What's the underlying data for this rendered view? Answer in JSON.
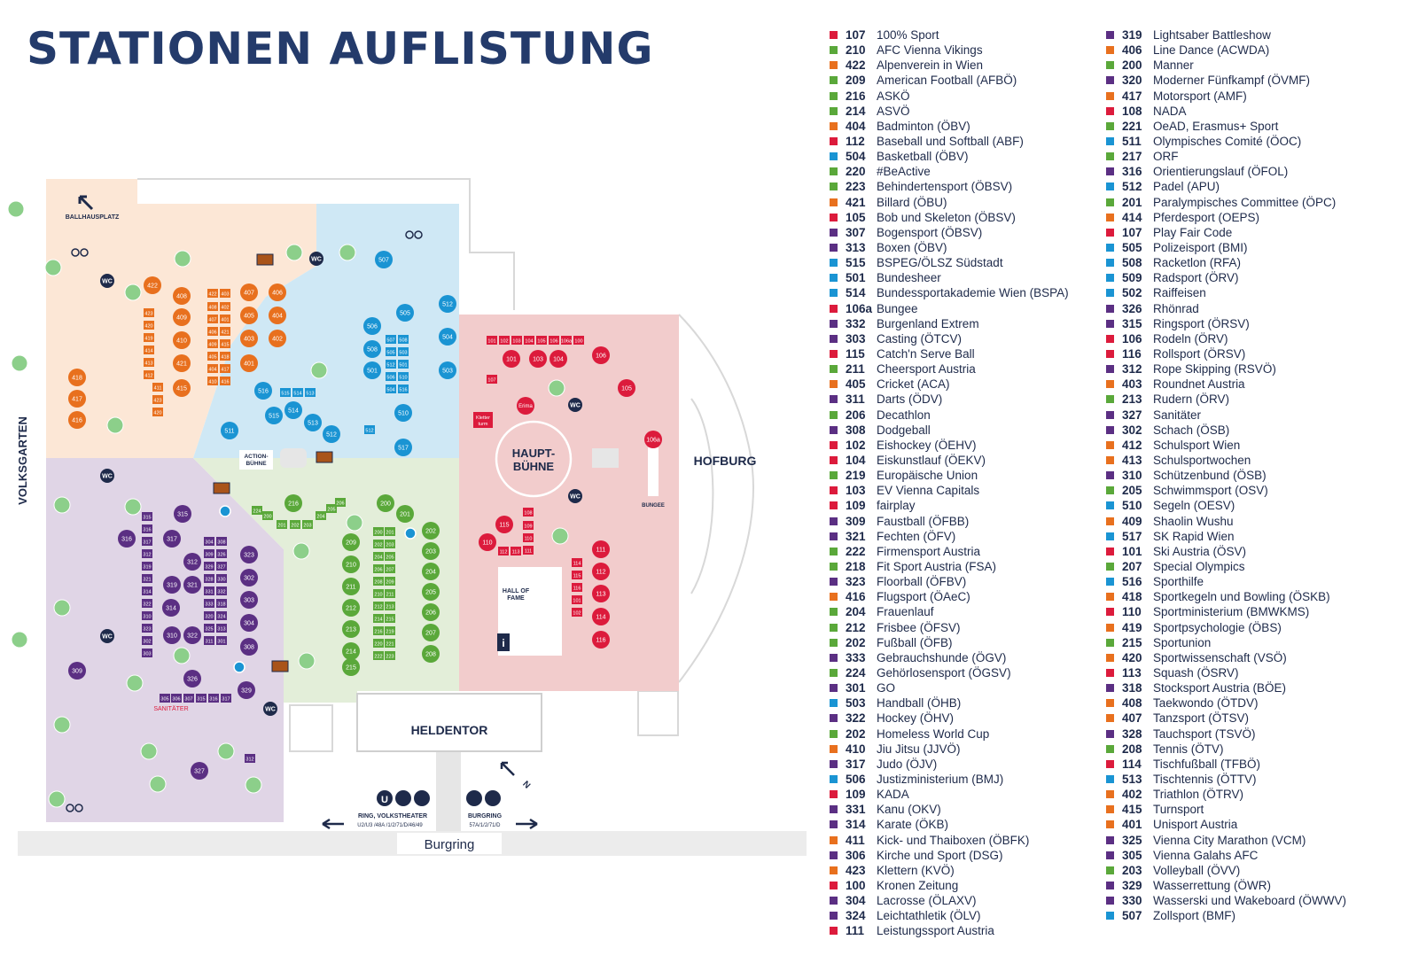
{
  "title": "STATIONEN AUFLISTUNG",
  "colors": {
    "red": "#dc1b3c",
    "orange": "#e8701e",
    "green": "#5aa83a",
    "blue": "#1a94d3",
    "purple": "#5b2f83"
  },
  "map": {
    "labels": {
      "ballhausplatz": "BALLHAUSPLATZ",
      "volksgarten": "VOLKSGARTEN",
      "hofburg": "HOFBURG",
      "heldentor": "HELDENTOR",
      "burgring": "Burgring",
      "hauptbuehne_1": "HAUPT-",
      "hauptbuehne_2": "BÜHNE",
      "actionbuehne_1": "ACTION-",
      "actionbuehne_2": "BÜHNE",
      "hall_of_fame_1": "HALL OF",
      "hall_of_fame_2": "FAME",
      "bungee": "BUNGEE",
      "sanitaeter": "SANITÄTER",
      "wc": "WC",
      "info": "i",
      "erima": "Erima",
      "kletterturm_1": "Kletter",
      "kletterturm_2": "turm",
      "transit_left_title": "RING, VOLKSTHEATER",
      "transit_left_lines": "U2/U3 /48A /1/2/71/D/46/49",
      "transit_right_title": "BURGRING",
      "transit_right_lines": "57A/1/2/71/D",
      "north": "N",
      "u_icon": "U"
    },
    "stations": {
      "orange": [
        "422",
        "408",
        "407",
        "406",
        "409",
        "405",
        "404",
        "410",
        "403",
        "402",
        "401",
        "421",
        "415",
        "418",
        "417",
        "416",
        "423",
        "420",
        "419",
        "414",
        "413",
        "412",
        "411"
      ],
      "blue": [
        "507",
        "505",
        "512",
        "506",
        "504",
        "508",
        "503",
        "501",
        "510",
        "516",
        "515",
        "514",
        "513",
        "512",
        "511",
        "517",
        "509",
        "502"
      ],
      "red": [
        "101",
        "102",
        "103",
        "104",
        "105",
        "106",
        "106a",
        "100",
        "107",
        "108",
        "109",
        "110",
        "111",
        "112",
        "113",
        "114",
        "115",
        "116"
      ],
      "green": [
        "200",
        "201",
        "202",
        "203",
        "204",
        "205",
        "206",
        "207",
        "208",
        "209",
        "210",
        "211",
        "212",
        "213",
        "214",
        "215",
        "216",
        "219",
        "220",
        "221",
        "222",
        "223",
        "224"
      ],
      "purple": [
        "315",
        "316",
        "317",
        "312",
        "319",
        "321",
        "314",
        "322",
        "310",
        "323",
        "302",
        "303",
        "304",
        "308",
        "309",
        "326",
        "329",
        "327",
        "328",
        "330",
        "331",
        "332",
        "333",
        "318",
        "320",
        "324",
        "325",
        "313",
        "311",
        "301",
        "305",
        "306",
        "307"
      ]
    }
  },
  "legend": {
    "left": [
      {
        "num": "107",
        "name": "100% Sport",
        "color": "red"
      },
      {
        "num": "210",
        "name": "AFC Vienna Vikings",
        "color": "green"
      },
      {
        "num": "422",
        "name": "Alpenverein in Wien",
        "color": "orange"
      },
      {
        "num": "209",
        "name": "American Football (AFBÖ)",
        "color": "green"
      },
      {
        "num": "216",
        "name": "ASKÖ",
        "color": "green"
      },
      {
        "num": "214",
        "name": "ASVÖ",
        "color": "green"
      },
      {
        "num": "404",
        "name": "Badminton (ÖBV)",
        "color": "orange"
      },
      {
        "num": "112",
        "name": "Baseball und Softball (ABF)",
        "color": "red"
      },
      {
        "num": "504",
        "name": "Basketball (ÖBV)",
        "color": "blue"
      },
      {
        "num": "220",
        "name": "#BeActive",
        "color": "green"
      },
      {
        "num": "223",
        "name": "Behindertensport (ÖBSV)",
        "color": "green"
      },
      {
        "num": "421",
        "name": "Billard (ÖBU)",
        "color": "orange"
      },
      {
        "num": "105",
        "name": "Bob und Skeleton (ÖBSV)",
        "color": "red"
      },
      {
        "num": "307",
        "name": "Bogensport (ÖBSV)",
        "color": "purple"
      },
      {
        "num": "313",
        "name": "Boxen (ÖBV)",
        "color": "purple"
      },
      {
        "num": "515",
        "name": "BSPEG/ÖLSZ Südstadt",
        "color": "blue"
      },
      {
        "num": "501",
        "name": "Bundesheer",
        "color": "blue"
      },
      {
        "num": "514",
        "name": "Bundessportakademie Wien (BSPA)",
        "color": "blue"
      },
      {
        "num": "106a",
        "name": "Bungee",
        "color": "red"
      },
      {
        "num": "332",
        "name": "Burgenland Extrem",
        "color": "purple"
      },
      {
        "num": "303",
        "name": "Casting (ÖTCV)",
        "color": "purple"
      },
      {
        "num": "115",
        "name": "Catch'n Serve Ball",
        "color": "red"
      },
      {
        "num": "211",
        "name": "Cheersport Austria",
        "color": "green"
      },
      {
        "num": "405",
        "name": "Cricket (ACA)",
        "color": "orange"
      },
      {
        "num": "311",
        "name": "Darts (ÖDV)",
        "color": "purple"
      },
      {
        "num": "206",
        "name": "Decathlon",
        "color": "green"
      },
      {
        "num": "308",
        "name": "Dodgeball",
        "color": "purple"
      },
      {
        "num": "102",
        "name": "Eishockey (ÖEHV)",
        "color": "red"
      },
      {
        "num": "104",
        "name": "Eiskunstlauf (ÖEKV)",
        "color": "red"
      },
      {
        "num": "219",
        "name": "Europäische Union",
        "color": "green"
      },
      {
        "num": "103",
        "name": "EV Vienna Capitals",
        "color": "red"
      },
      {
        "num": "109",
        "name": "fairplay",
        "color": "red"
      },
      {
        "num": "309",
        "name": "Faustball (ÖFBB)",
        "color": "purple"
      },
      {
        "num": "321",
        "name": "Fechten (ÖFV)",
        "color": "purple"
      },
      {
        "num": "222",
        "name": "Firmensport Austria",
        "color": "green"
      },
      {
        "num": "218",
        "name": "Fit Sport Austria (FSA)",
        "color": "green"
      },
      {
        "num": "323",
        "name": "Floorball (ÖFBV)",
        "color": "purple"
      },
      {
        "num": "416",
        "name": "Flugsport (ÖAeC)",
        "color": "orange"
      },
      {
        "num": "204",
        "name": "Frauenlauf",
        "color": "green"
      },
      {
        "num": "212",
        "name": "Frisbee (ÖFSV)",
        "color": "green"
      },
      {
        "num": "202",
        "name": "Fußball (ÖFB)",
        "color": "green"
      },
      {
        "num": "333",
        "name": "Gebrauchshunde (ÖGV)",
        "color": "purple"
      },
      {
        "num": "224",
        "name": "Gehörlosensport (ÖGSV)",
        "color": "green"
      },
      {
        "num": "301",
        "name": "GO",
        "color": "purple"
      },
      {
        "num": "503",
        "name": "Handball (ÖHB)",
        "color": "blue"
      },
      {
        "num": "322",
        "name": "Hockey (ÖHV)",
        "color": "purple"
      },
      {
        "num": "202",
        "name": "Homeless World Cup",
        "color": "green"
      },
      {
        "num": "410",
        "name": "Jiu Jitsu (JJVÖ)",
        "color": "orange"
      },
      {
        "num": "317",
        "name": "Judo (ÖJV)",
        "color": "purple"
      },
      {
        "num": "506",
        "name": "Justizministerium (BMJ)",
        "color": "blue"
      },
      {
        "num": "109",
        "name": "KADA",
        "color": "red"
      },
      {
        "num": "331",
        "name": "Kanu (OKV)",
        "color": "purple"
      },
      {
        "num": "314",
        "name": "Karate (ÖKB)",
        "color": "purple"
      },
      {
        "num": "411",
        "name": "Kick- und Thaiboxen (ÖBFK)",
        "color": "orange"
      },
      {
        "num": "306",
        "name": "Kirche und Sport (DSG)",
        "color": "purple"
      },
      {
        "num": "423",
        "name": "Klettern (KVÖ)",
        "color": "orange"
      },
      {
        "num": "100",
        "name": "Kronen Zeitung",
        "color": "red"
      },
      {
        "num": "304",
        "name": "Lacrosse (ÖLAXV)",
        "color": "purple"
      },
      {
        "num": "324",
        "name": "Leichtathletik (ÖLV)",
        "color": "purple"
      },
      {
        "num": "111",
        "name": "Leistungssport Austria",
        "color": "red"
      }
    ],
    "right": [
      {
        "num": "319",
        "name": "Lightsaber Battleshow",
        "color": "purple"
      },
      {
        "num": "406",
        "name": "Line Dance (ACWDA)",
        "color": "orange"
      },
      {
        "num": "200",
        "name": "Manner",
        "color": "green"
      },
      {
        "num": "320",
        "name": "Moderner Fünfkampf (ÖVMF)",
        "color": "purple"
      },
      {
        "num": "417",
        "name": "Motorsport (AMF)",
        "color": "orange"
      },
      {
        "num": "108",
        "name": "NADA",
        "color": "red"
      },
      {
        "num": "221",
        "name": "OeAD, Erasmus+ Sport",
        "color": "green"
      },
      {
        "num": "511",
        "name": "Olympisches Comité (ÖOC)",
        "color": "blue"
      },
      {
        "num": "217",
        "name": "ORF",
        "color": "green"
      },
      {
        "num": "316",
        "name": "Orientierungslauf (ÖFOL)",
        "color": "purple"
      },
      {
        "num": "512",
        "name": "Padel (APU)",
        "color": "blue"
      },
      {
        "num": "201",
        "name": "Paralympisches Committee (ÖPC)",
        "color": "green"
      },
      {
        "num": "414",
        "name": "Pferdesport (OEPS)",
        "color": "orange"
      },
      {
        "num": "107",
        "name": "Play Fair Code",
        "color": "red"
      },
      {
        "num": "505",
        "name": "Polizeisport (BMI)",
        "color": "blue"
      },
      {
        "num": "508",
        "name": "Racketlon (RFA)",
        "color": "blue"
      },
      {
        "num": "509",
        "name": "Radsport (ÖRV)",
        "color": "blue"
      },
      {
        "num": "502",
        "name": "Raiffeisen",
        "color": "blue"
      },
      {
        "num": "326",
        "name": "Rhönrad",
        "color": "purple"
      },
      {
        "num": "315",
        "name": "Ringsport (ÖRSV)",
        "color": "purple"
      },
      {
        "num": "106",
        "name": "Rodeln (ÖRV)",
        "color": "red"
      },
      {
        "num": "116",
        "name": "Rollsport (ÖRSV)",
        "color": "red"
      },
      {
        "num": "312",
        "name": "Rope Skipping (RSVÖ)",
        "color": "purple"
      },
      {
        "num": "403",
        "name": "Roundnet Austria",
        "color": "orange"
      },
      {
        "num": "213",
        "name": "Rudern (ÖRV)",
        "color": "green"
      },
      {
        "num": "327",
        "name": "Sanitäter",
        "color": "purple"
      },
      {
        "num": "302",
        "name": "Schach (ÖSB)",
        "color": "purple"
      },
      {
        "num": "412",
        "name": "Schulsport Wien",
        "color": "orange"
      },
      {
        "num": "413",
        "name": "Schulsportwochen",
        "color": "orange"
      },
      {
        "num": "310",
        "name": "Schützenbund (ÖSB)",
        "color": "purple"
      },
      {
        "num": "205",
        "name": "Schwimmsport (OSV)",
        "color": "green"
      },
      {
        "num": "510",
        "name": "Segeln (OESV)",
        "color": "blue"
      },
      {
        "num": "409",
        "name": "Shaolin Wushu",
        "color": "orange"
      },
      {
        "num": "517",
        "name": "SK Rapid Wien",
        "color": "blue"
      },
      {
        "num": "101",
        "name": "Ski Austria (ÖSV)",
        "color": "red"
      },
      {
        "num": "207",
        "name": "Special Olympics",
        "color": "green"
      },
      {
        "num": "516",
        "name": "Sporthilfe",
        "color": "blue"
      },
      {
        "num": "418",
        "name": "Sportkegeln und Bowling (ÖSKB)",
        "color": "orange"
      },
      {
        "num": "110",
        "name": "Sportministerium (BMWKMS)",
        "color": "red"
      },
      {
        "num": "419",
        "name": "Sportpsychologie (ÖBS)",
        "color": "orange"
      },
      {
        "num": "215",
        "name": "Sportunion",
        "color": "green"
      },
      {
        "num": "420",
        "name": "Sportwissenschaft (VSÖ)",
        "color": "orange"
      },
      {
        "num": "113",
        "name": "Squash (ÖSRV)",
        "color": "red"
      },
      {
        "num": "318",
        "name": "Stocksport Austria (BÖE)",
        "color": "purple"
      },
      {
        "num": "408",
        "name": "Taekwondo (ÖTDV)",
        "color": "orange"
      },
      {
        "num": "407",
        "name": "Tanzsport (ÖTSV)",
        "color": "orange"
      },
      {
        "num": "328",
        "name": "Tauchsport (TSVÖ)",
        "color": "purple"
      },
      {
        "num": "208",
        "name": "Tennis (ÖTV)",
        "color": "green"
      },
      {
        "num": "114",
        "name": "Tischfußball (TFBÖ)",
        "color": "red"
      },
      {
        "num": "513",
        "name": "Tischtennis (ÖTTV)",
        "color": "blue"
      },
      {
        "num": "402",
        "name": "Triathlon (ÖTRV)",
        "color": "orange"
      },
      {
        "num": "415",
        "name": "Turnsport",
        "color": "orange"
      },
      {
        "num": "401",
        "name": "Unisport Austria",
        "color": "orange"
      },
      {
        "num": "325",
        "name": "Vienna City Marathon (VCM)",
        "color": "purple"
      },
      {
        "num": "305",
        "name": "Vienna Galahs AFC",
        "color": "purple"
      },
      {
        "num": "203",
        "name": "Volleyball (ÖVV)",
        "color": "green"
      },
      {
        "num": "329",
        "name": "Wasserrettung (ÖWR)",
        "color": "purple"
      },
      {
        "num": "330",
        "name": "Wasserski und Wakeboard (ÖWWV)",
        "color": "purple"
      },
      {
        "num": "507",
        "name": "Zollsport (BMF)",
        "color": "blue"
      }
    ]
  }
}
